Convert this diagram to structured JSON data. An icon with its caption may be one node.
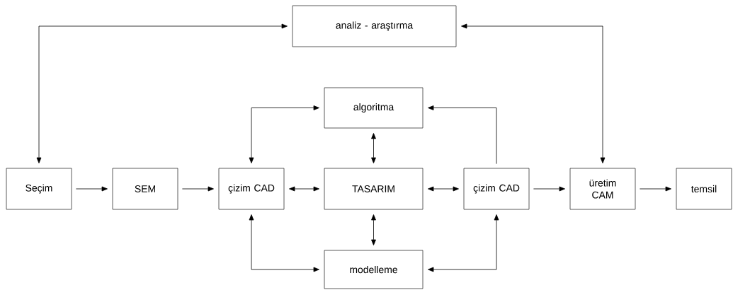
{
  "diagram": {
    "nodes": [
      {
        "text": [
          "analiz - araştırma"
        ]
      },
      {
        "text": [
          "algoritma"
        ]
      },
      {
        "text": [
          "Seçim"
        ]
      },
      {
        "text": [
          "SEM"
        ]
      },
      {
        "text": [
          "çizim CAD"
        ]
      },
      {
        "text": [
          "TASARIM"
        ]
      },
      {
        "text": [
          "çizim CAD"
        ]
      },
      {
        "text": [
          "üretim CAM"
        ]
      },
      {
        "text": [
          "temsil"
        ]
      },
      {
        "text": [
          "modelleme"
        ]
      }
    ],
    "edges": [
      {
        "from": 2,
        "to": 0,
        "arrow": "both"
      },
      {
        "from": 7,
        "to": 0,
        "arrow": "both"
      },
      {
        "from": 2,
        "to": 3,
        "arrow": "to"
      },
      {
        "from": 3,
        "to": 4,
        "arrow": "to"
      },
      {
        "from": 4,
        "to": 5,
        "arrow": "both"
      },
      {
        "from": 5,
        "to": 6,
        "arrow": "both"
      },
      {
        "from": 6,
        "to": 7,
        "arrow": "to"
      },
      {
        "from": 7,
        "to": 8,
        "arrow": "to"
      },
      {
        "from": 4,
        "to": 1,
        "arrow": "both"
      },
      {
        "from": 6,
        "to": 1,
        "arrow": "to"
      },
      {
        "from": 1,
        "to": 5,
        "arrow": "both"
      },
      {
        "from": 5,
        "to": 9,
        "arrow": "both"
      },
      {
        "from": 4,
        "to": 9,
        "arrow": "both"
      },
      {
        "from": 6,
        "to": 9,
        "arrow": "both"
      }
    ]
  }
}
